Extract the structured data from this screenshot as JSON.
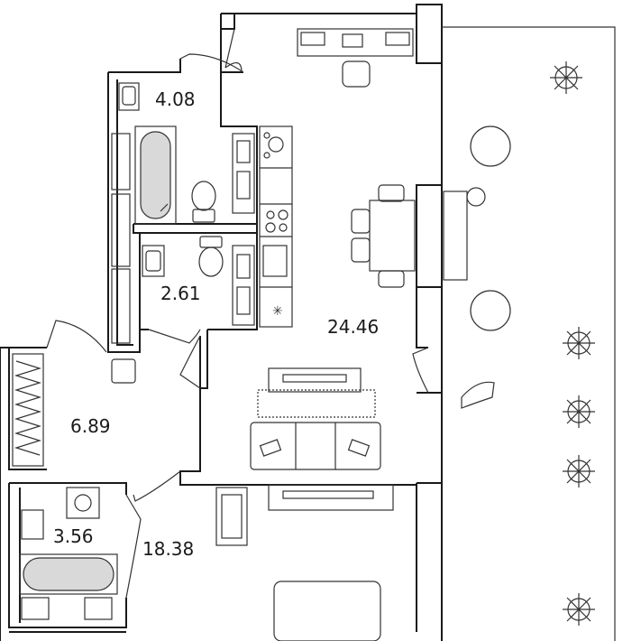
{
  "rooms": [
    {
      "id": "bathroom_top",
      "area": "4.08"
    },
    {
      "id": "bathroom_small",
      "area": "2.61"
    },
    {
      "id": "living_kitchen",
      "area": "24.46"
    },
    {
      "id": "hallway",
      "area": "6.89"
    },
    {
      "id": "bathroom_bottom",
      "area": "3.56"
    },
    {
      "id": "bedroom",
      "area": "18.38"
    }
  ],
  "colors": {
    "wall": "#ffffff",
    "wall_stroke": "#1a1a1a",
    "line": "#333333",
    "fill_gray": "#d9d9d9"
  }
}
